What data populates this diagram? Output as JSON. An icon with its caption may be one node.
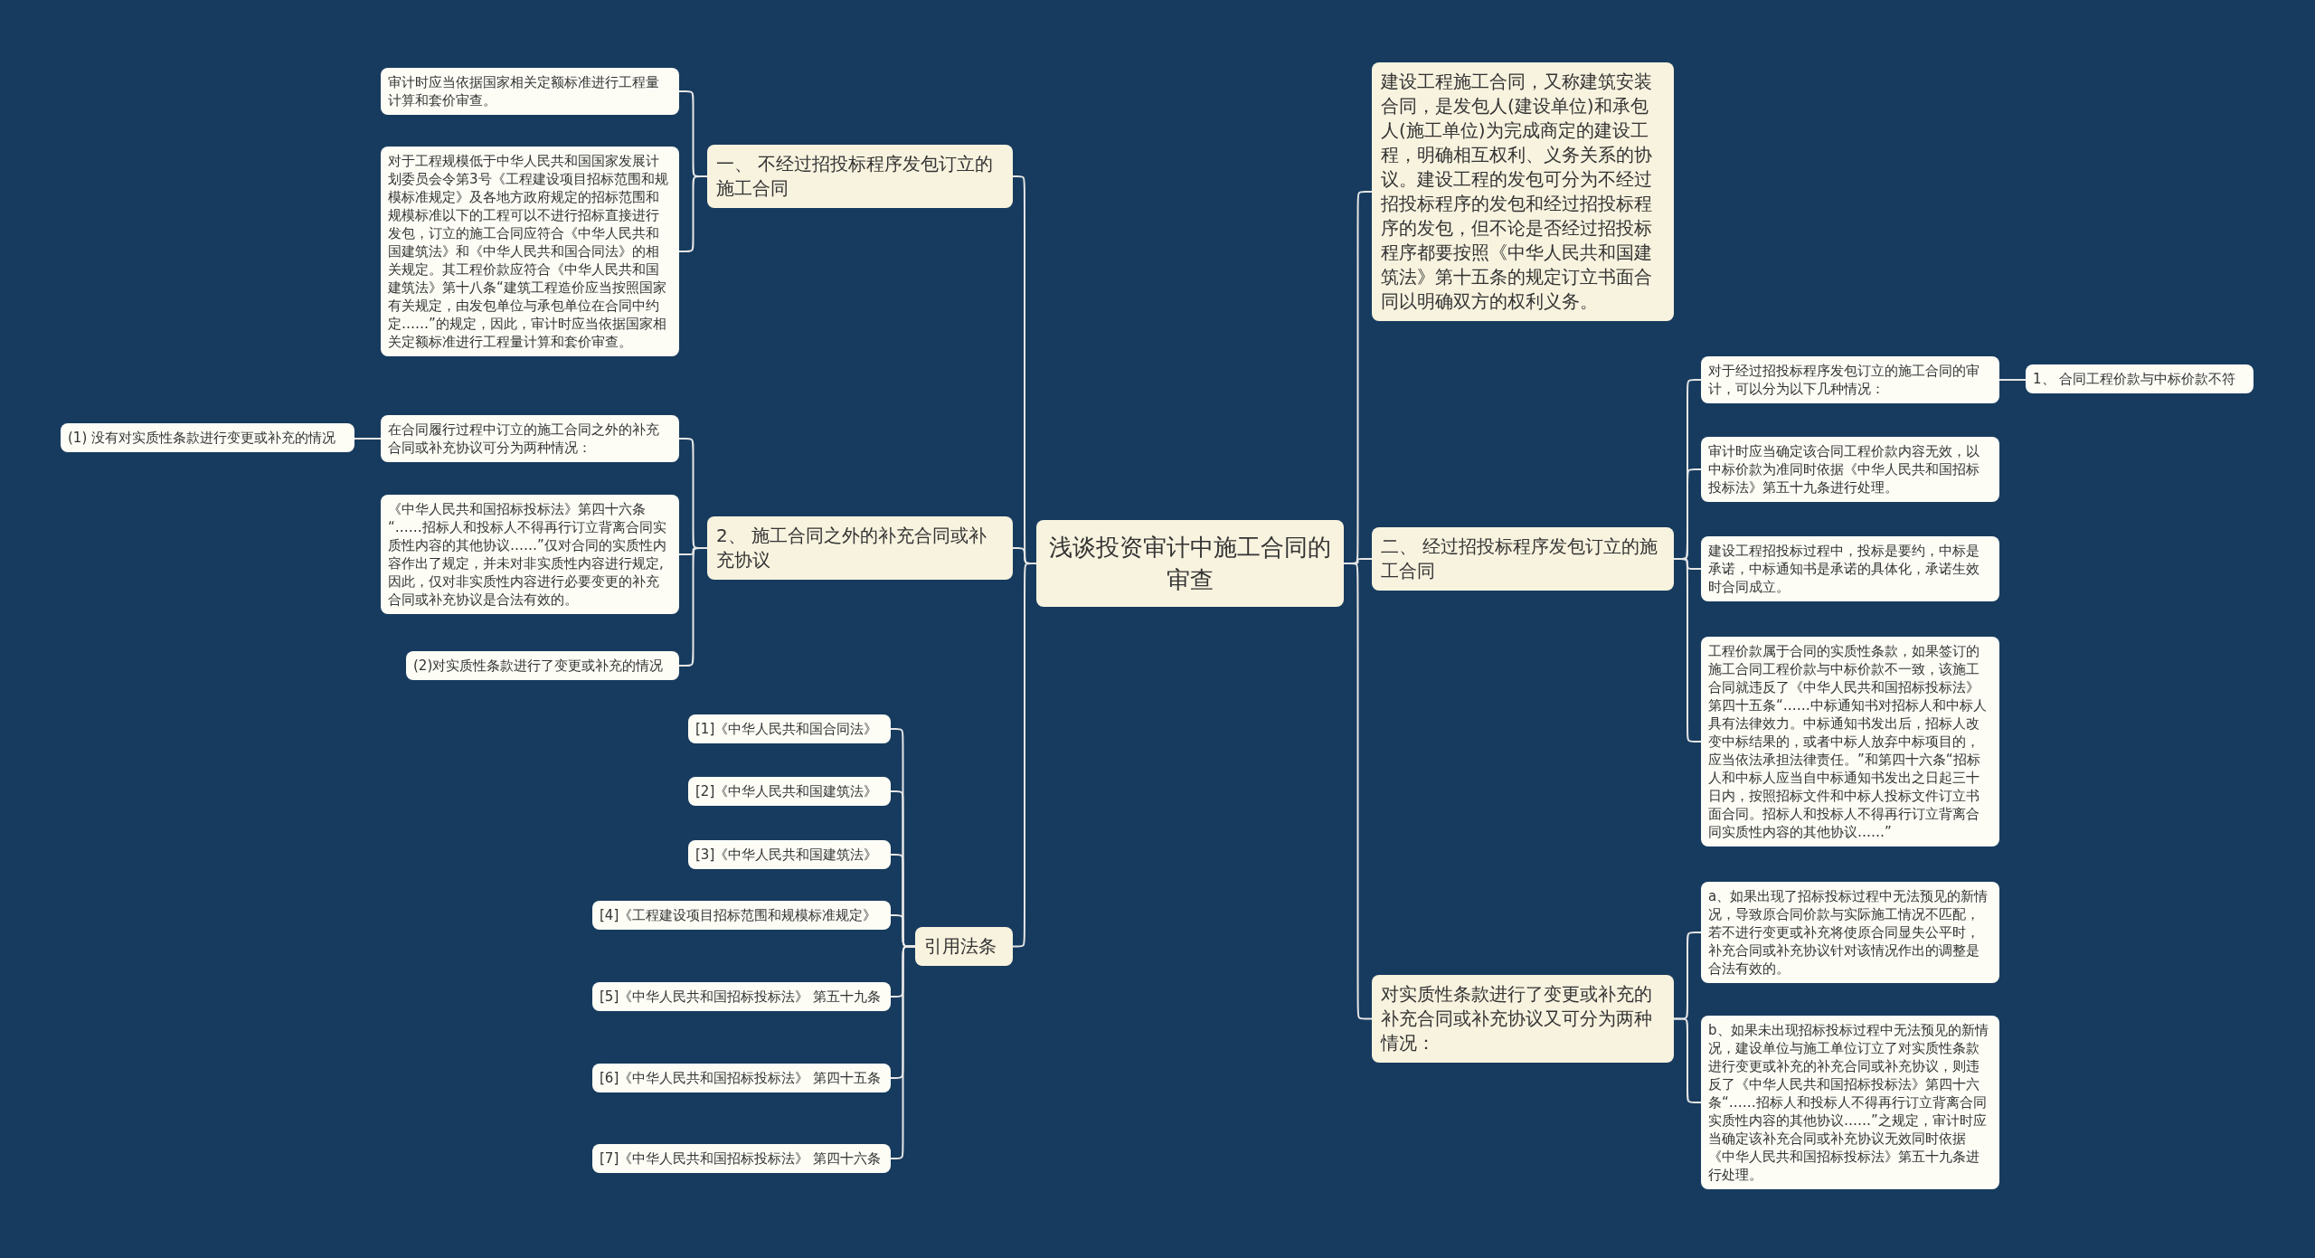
{
  "diagram": {
    "nodes": [
      {
        "text": [
          "浅谈投资审计中施工合同的审查"
        ]
      },
      {
        "text": [
          "一、 不经过招投标程序发包订立的施工合同"
        ]
      },
      {
        "text": [
          "审计时应当依据国家相关定额标准进行工程量计算和套价审查。"
        ]
      },
      {
        "text": [
          "对于工程规模低于中华人民共和国国家发展计划委员会令第3号《工程建设项目招标范围和规模标准规定》及各地方政府规定的招标范围和规模标准以下的工程可以不进行招标直接进行发包，订立的施工合同应符合《中华人民共和国建筑法》和《中华人民共和国合同法》的相关规定。其工程价款应符合《中华人民共和国建筑法》第十八条“建筑工程造价应当按照国家有关规定，由发包单位与承包单位在合同中约定……”的规定，因此，审计时应当依据国家相关定额标准进行工程量计算和套价审查。"
        ]
      },
      {
        "text": [
          "2、 施工合同之外的补充合同或补充协议"
        ]
      },
      {
        "text": [
          "在合同履行过程中订立的施工合同之外的补充合同或补充协议可分为两种情况："
        ]
      },
      {
        "text": [
          "(1) 没有对实质性条款进行变更或补充的情况"
        ]
      },
      {
        "text": [
          "《中华人民共和国招标投标法》第四十六条 “……招标人和投标人不得再行订立背离合同实质性内容的其他协议……”仅对合同的实质性内容作出了规定，并未对非实质性内容进行规定,因此，仅对非实质性内容进行必要变更的补充合同或补充协议是合法有效的。"
        ]
      },
      {
        "text": [
          "(2)对实质性条款进行了变更或补充的情况"
        ]
      },
      {
        "text": [
          "引用法条"
        ]
      },
      {
        "text": [
          "[1]《中华人民共和国合同法》"
        ]
      },
      {
        "text": [
          "[2]《中华人民共和国建筑法》"
        ]
      },
      {
        "text": [
          "[3]《中华人民共和国建筑法》"
        ]
      },
      {
        "text": [
          "[4]《工程建设项目招标范围和规模标准规定》"
        ]
      },
      {
        "text": [
          "[5]《中华人民共和国招标投标法》 第五十九条"
        ]
      },
      {
        "text": [
          "[6]《中华人民共和国招标投标法》 第四十五条"
        ]
      },
      {
        "text": [
          "[7]《中华人民共和国招标投标法》 第四十六条"
        ]
      },
      {
        "text": [
          "建设工程施工合同，又称建筑安装合同，是发包人(建设单位)和承包人(施工单位)为完成商定的建设工程，明确相互权利、义务关系的协议。建设工程的发包可分为不经过招投标程序的发包和经过招投标程序的发包，但不论是否经过招投标程序都要按照《中华人民共和国建筑法》第十五条的规定订立书面合同以明确双方的权利义务。"
        ]
      },
      {
        "text": [
          "二、 经过招投标程序发包订立的施工合同"
        ]
      },
      {
        "text": [
          "对于经过招投标程序发包订立的施工合同的审计，可以分为以下几种情况："
        ]
      },
      {
        "text": [
          "1、 合同工程价款与中标价款不符"
        ]
      },
      {
        "text": [
          "审计时应当确定该合同工程价款内容无效，以中标价款为准同时依据《中华人民共和国招标投标法》第五十九条进行处理。"
        ]
      },
      {
        "text": [
          "建设工程招投标过程中，投标是要约，中标是承诺，中标通知书是承诺的具体化，承诺生效时合同成立。"
        ]
      },
      {
        "text": [
          "工程价款属于合同的实质性条款，如果签订的施工合同工程价款与中标价款不一致，该施工合同就违反了《中华人民共和国招标投标法》第四十五条“……中标通知书对招标人和中标人具有法律效力。中标通知书发出后，招标人改变中标结果的，或者中标人放弃中标项目的，应当依法承担法律责任。”和第四十六条“招标人和中标人应当自中标通知书发出之日起三十日内，按照招标文件和中标人投标文件订立书面合同。招标人和投标人不得再行订立背离合同实质性内容的其他协议……”"
        ]
      },
      {
        "text": [
          "对实质性条款进行了变更或补充的补充合同或补充协议又可分为两种情况："
        ]
      },
      {
        "text": [
          "a、如果出现了招标投标过程中无法预见的新情况，导致原合同价款与实际施工情况不匹配，若不进行变更或补充将使原合同显失公平时，补充合同或补充协议针对该情况作出的调整是合法有效的。"
        ]
      },
      {
        "text": [
          "b、如果未出现招标投标过程中无法预见的新情况，建设单位与施工单位订立了对实质性条款进行变更或补充的补充合同或补充协议，则违反了《中华人民共和国招标投标法》第四十六条“……招标人和投标人不得再行订立背离合同实质性内容的其他协议……”之规定，审计时应当确定该补充合同或补充协议无效同时依据《中华人民共和国招标投标法》第五十九条进行处理。"
        ]
      }
    ],
    "edges": [
      {
        "from": 0,
        "to": 1,
        "arrow": "none"
      },
      {
        "from": 1,
        "to": 2,
        "arrow": "none"
      },
      {
        "from": 1,
        "to": 3,
        "arrow": "none"
      },
      {
        "from": 0,
        "to": 4,
        "arrow": "none"
      },
      {
        "from": 4,
        "to": 5,
        "arrow": "none"
      },
      {
        "from": 5,
        "to": 6,
        "arrow": "none"
      },
      {
        "from": 4,
        "to": 7,
        "arrow": "none"
      },
      {
        "from": 4,
        "to": 8,
        "arrow": "none"
      },
      {
        "from": 0,
        "to": 9,
        "arrow": "none"
      },
      {
        "from": 9,
        "to": 10,
        "arrow": "none"
      },
      {
        "from": 9,
        "to": 11,
        "arrow": "none"
      },
      {
        "from": 9,
        "to": 12,
        "arrow": "none"
      },
      {
        "from": 9,
        "to": 13,
        "arrow": "none"
      },
      {
        "from": 9,
        "to": 14,
        "arrow": "none"
      },
      {
        "from": 9,
        "to": 15,
        "arrow": "none"
      },
      {
        "from": 9,
        "to": 16,
        "arrow": "none"
      },
      {
        "from": 0,
        "to": 17,
        "arrow": "none"
      },
      {
        "from": 0,
        "to": 18,
        "arrow": "none"
      },
      {
        "from": 18,
        "to": 19,
        "arrow": "none"
      },
      {
        "from": 19,
        "to": 20,
        "arrow": "none"
      },
      {
        "from": 18,
        "to": 21,
        "arrow": "none"
      },
      {
        "from": 18,
        "to": 22,
        "arrow": "none"
      },
      {
        "from": 18,
        "to": 23,
        "arrow": "none"
      },
      {
        "from": 0,
        "to": 24,
        "arrow": "none"
      },
      {
        "from": 24,
        "to": 25,
        "arrow": "none"
      },
      {
        "from": 24,
        "to": 26,
        "arrow": "none"
      }
    ]
  }
}
